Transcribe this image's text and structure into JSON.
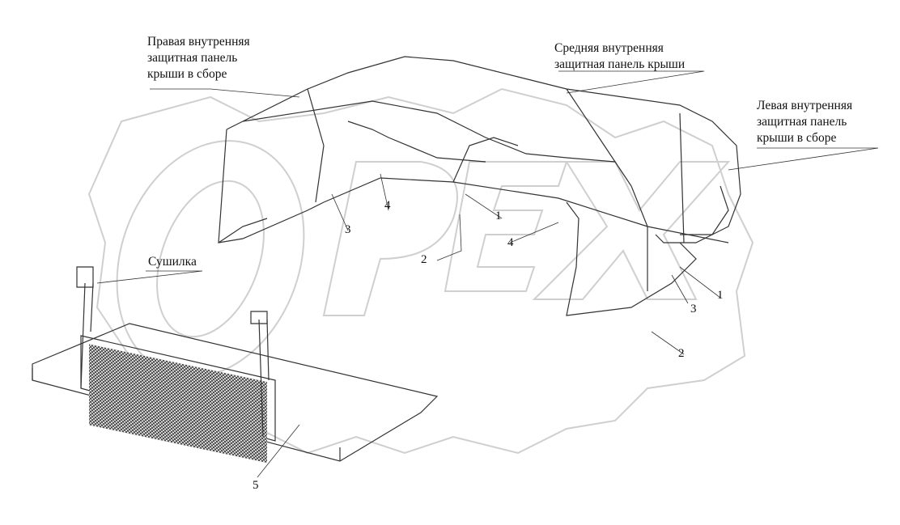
{
  "watermark": {
    "text": "OPEX"
  },
  "labels": {
    "right_panel": {
      "lines": [
        "Правая внутренняя",
        "защитная панель",
        "крыши в сборе"
      ]
    },
    "middle_panel": {
      "lines": [
        "Средняя внутренняя",
        "защитная панель крыши"
      ]
    },
    "left_panel": {
      "lines": [
        "Левая внутренняя",
        "защитная панель",
        "крыши в сборе"
      ]
    },
    "dryer": {
      "lines": [
        "Сушилка"
      ]
    }
  },
  "callouts": [
    "1",
    "2",
    "3",
    "4",
    "1",
    "2",
    "3",
    "4",
    "5"
  ]
}
